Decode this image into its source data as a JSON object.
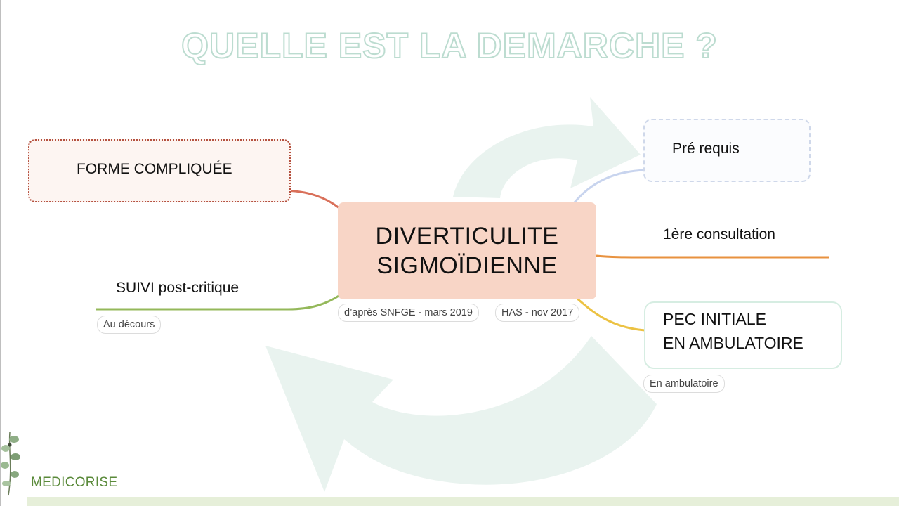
{
  "title": "QUELLE EST LA DEMARCHE ?",
  "center": {
    "line1": "DIVERTICULITE",
    "line2": "SIGMOÏDIENNE"
  },
  "sources": [
    "d’après SNFGE - mars 2019",
    "HAS - nov 2017"
  ],
  "branches": {
    "forme_compliquee": {
      "label": "FORME COMPLIQUÉE",
      "color": "#d9705a"
    },
    "suivi": {
      "label": "SUIVI post-critique",
      "tag": "Au décours",
      "color": "#94b85a"
    },
    "prerequis": {
      "label": "Pré requis",
      "color": "#c8d4ee"
    },
    "consultation": {
      "label": "1ère consultation",
      "color": "#e8923f"
    },
    "pec": {
      "line1": "PEC INITIALE",
      "line2": "EN AMBULATOIRE",
      "tag": "En ambulatoire",
      "color": "#ecc243"
    }
  },
  "brand": "MEDICORISE",
  "colors": {
    "arrow": "#e9f3ef",
    "center_bg": "#f8d5c6",
    "brand": "#5a8a3a"
  },
  "icons": [
    "cycle-arrows-icon",
    "eucalyptus-branch-icon"
  ]
}
